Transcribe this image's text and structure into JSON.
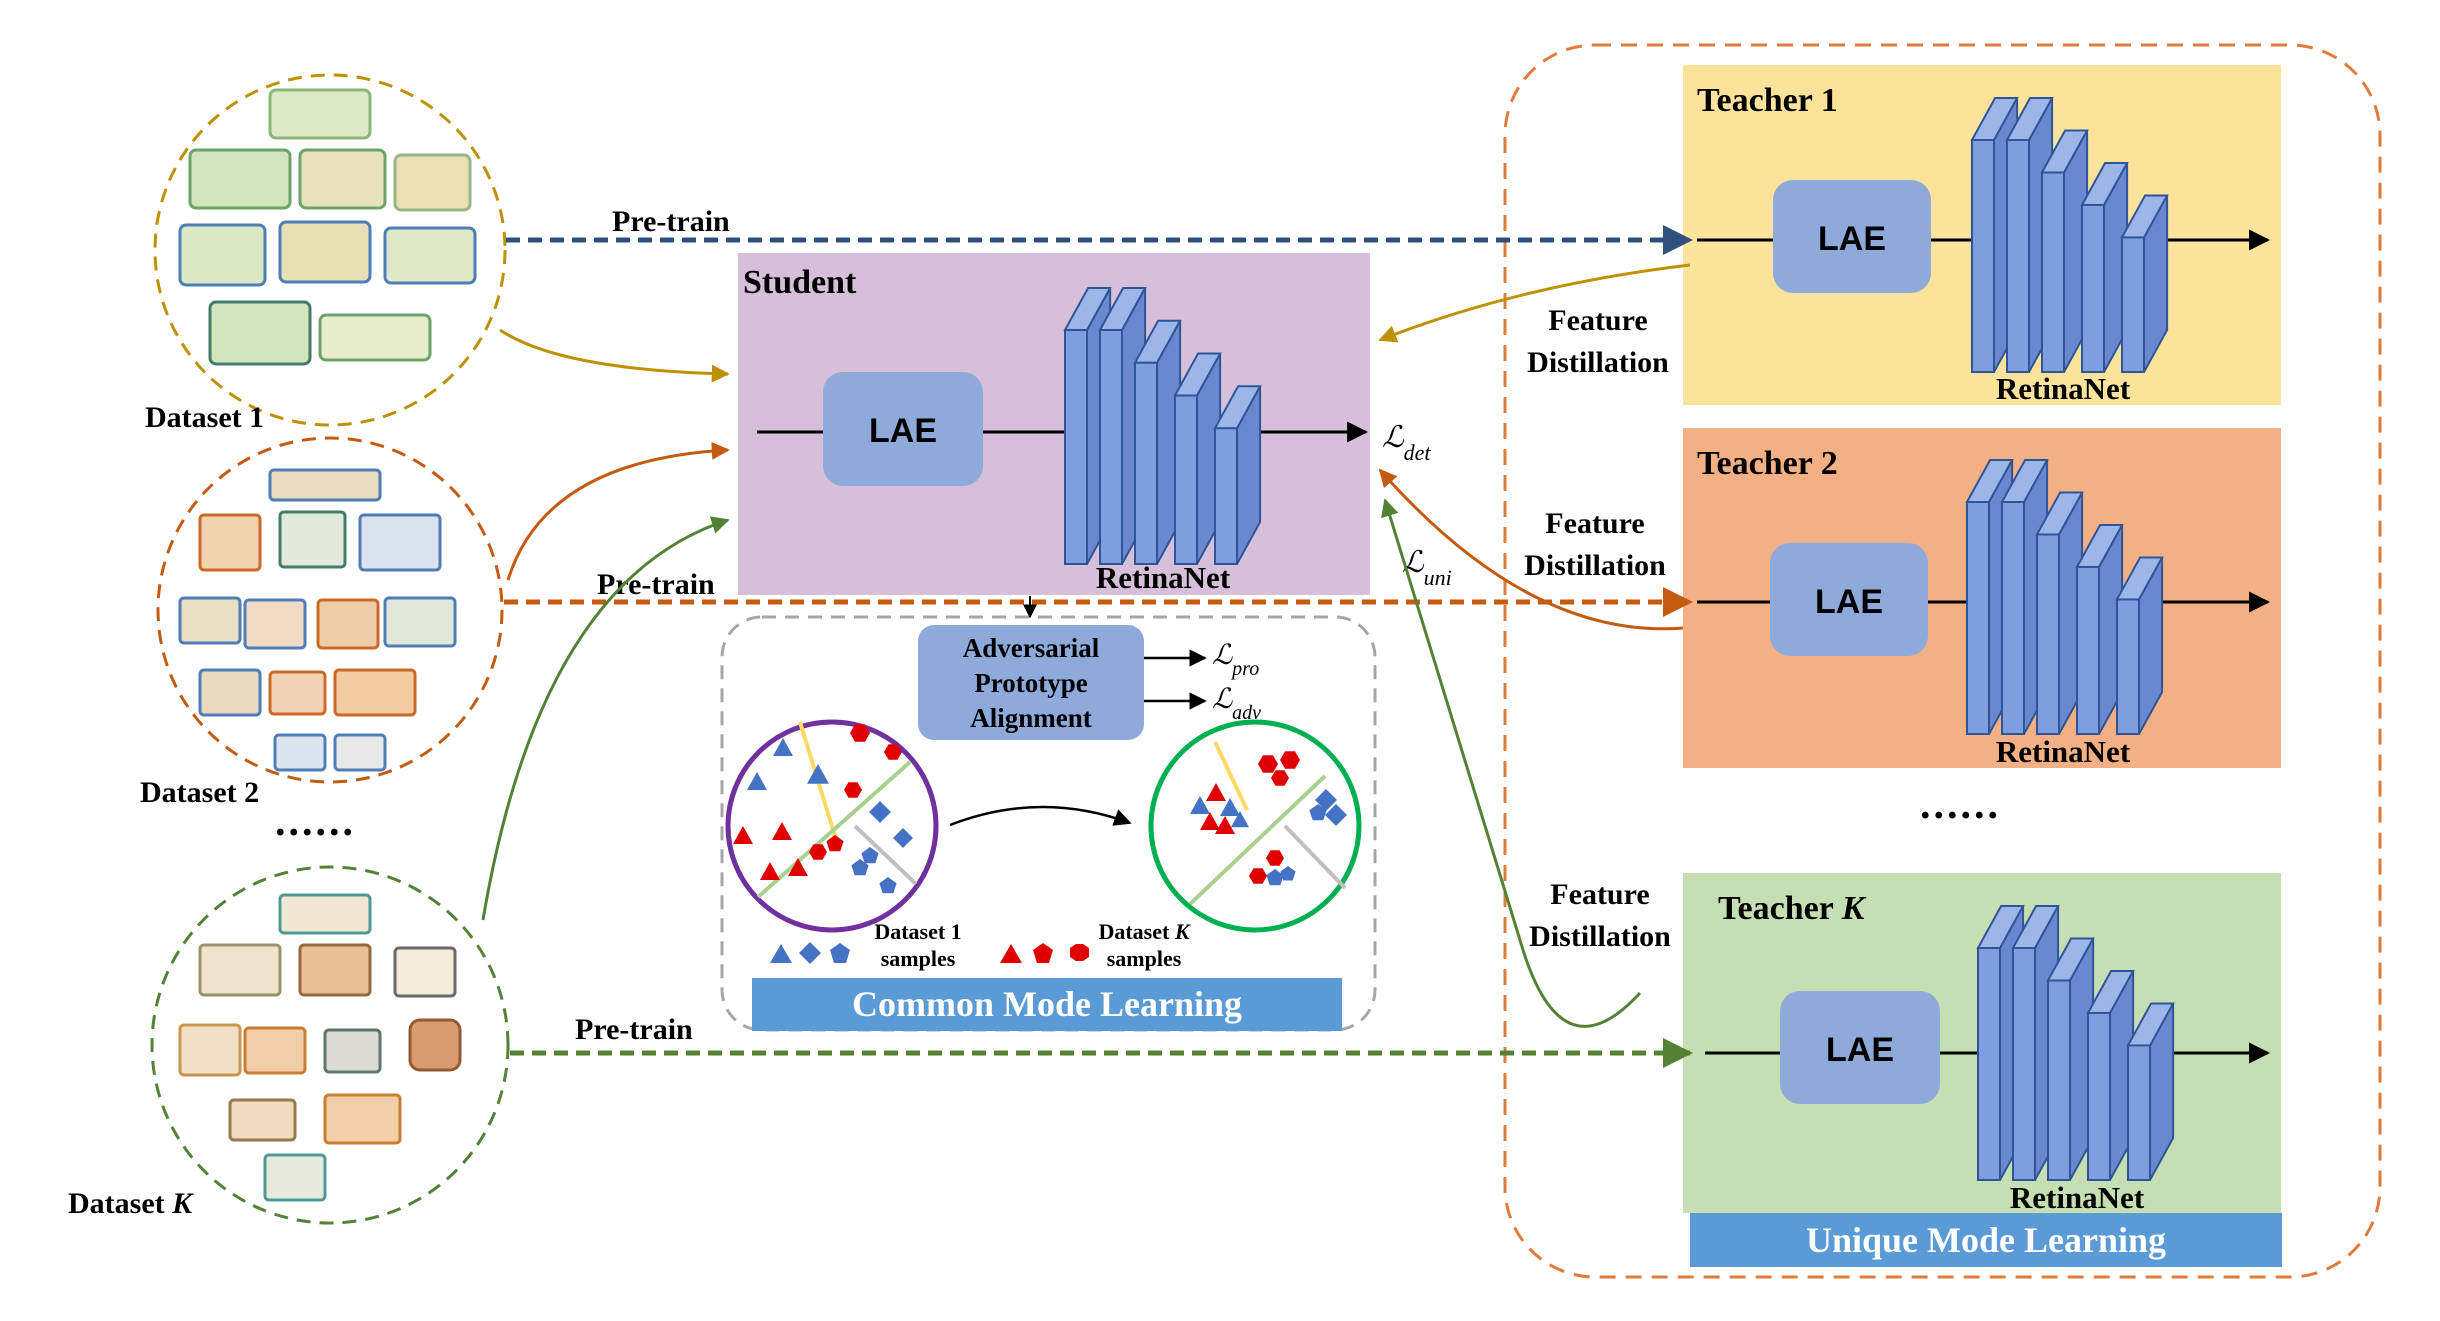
{
  "datasets": [
    {
      "label": "Dataset 1",
      "label_prefix": "Dataset ",
      "label_suffix": "1",
      "italic": false
    },
    {
      "label": "Dataset 2",
      "label_prefix": "Dataset ",
      "label_suffix": "2",
      "italic": false
    },
    {
      "label": "Dataset K",
      "label_prefix": "Dataset ",
      "label_suffix": "K",
      "italic": true
    }
  ],
  "dataset_ellipsis": "......",
  "pretrain_label": "Pre-train",
  "student": {
    "title": "Student",
    "lae": "LAE",
    "backbone": "RetinaNet",
    "loss_det": "det",
    "loss_uni": "uni"
  },
  "loss_symbol": "ℒ",
  "teachers": [
    {
      "prefix": "Teacher ",
      "suffix": "1",
      "italic": false,
      "lae": "LAE",
      "backbone": "RetinaNet"
    },
    {
      "prefix": "Teacher ",
      "suffix": "2",
      "italic": false,
      "lae": "LAE",
      "backbone": "RetinaNet"
    },
    {
      "prefix": "Teacher ",
      "suffix": "K",
      "italic": true,
      "lae": "LAE",
      "backbone": "RetinaNet"
    }
  ],
  "teacher_ellipsis": "......",
  "feature_distillation": [
    "Feature",
    "Distillation"
  ],
  "apa": {
    "lines": [
      "Adversarial",
      "Prototype",
      "Alignment"
    ],
    "loss_pro": "pro",
    "loss_adv": "adv"
  },
  "samples": {
    "dataset1": [
      "Dataset 1",
      "samples"
    ],
    "datasetK_prefix": "Dataset ",
    "datasetK_suffix": "K",
    "datasetK_line2": "samples"
  },
  "common_mode": "Common Mode Learning",
  "unique_mode": "Unique Mode Learning",
  "colors": {
    "student_bg": "#d5bfd9",
    "teacher1_bg": "#fbe39b",
    "teacher2_bg": "#f2b084",
    "teacherK_bg": "#c6dfb2",
    "lae_fill": "#8eaadb",
    "retina_fill": "#7f9ee0",
    "retina_stroke": "#2f5597",
    "mode_bar": "#5b9bd5",
    "yellow_arrow": "#bf9000",
    "orange_arrow": "#c55a11",
    "green_arrow": "#548235",
    "navy_arrow": "#2f4f7f",
    "unique_dash": "#e07b39",
    "dataset1_ring": "#bf9000",
    "dataset2_ring": "#c55a11",
    "datasetK_ring": "#538135",
    "red_marker": "#e00000",
    "blue_marker": "#4472c4"
  }
}
